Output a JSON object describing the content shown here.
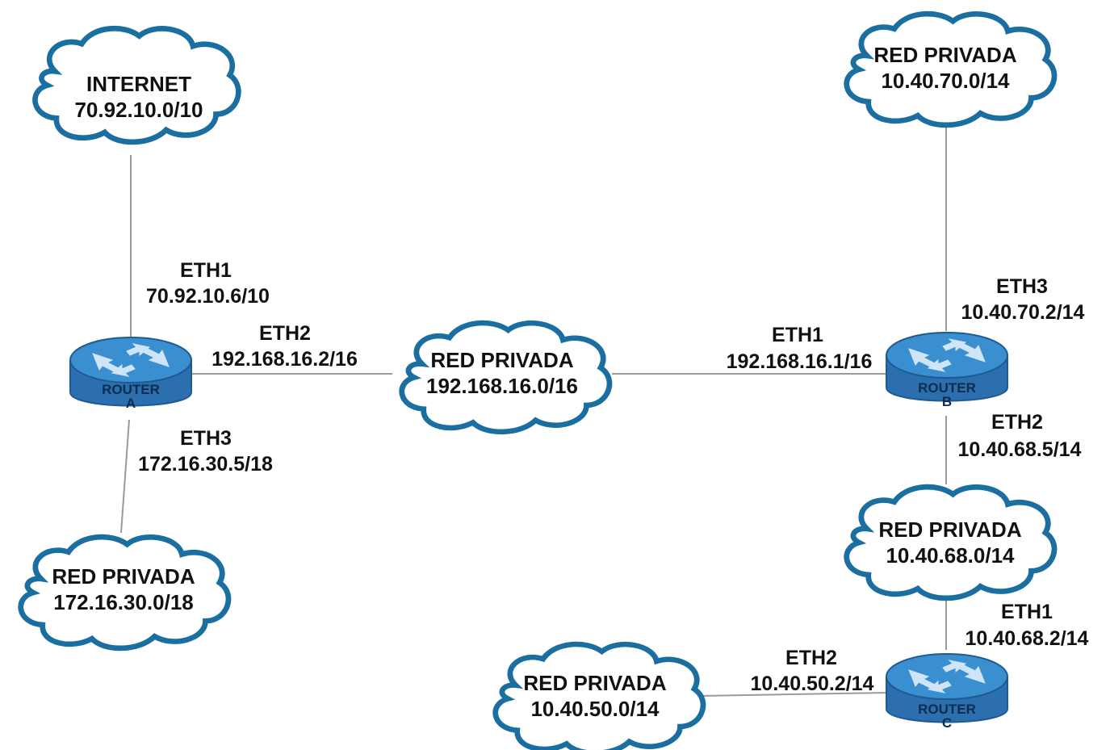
{
  "clouds": [
    {
      "id": "internet",
      "name": "INTERNET",
      "network": "70.92.10.0/10"
    },
    {
      "id": "lan-192",
      "name": "RED PRIVADA",
      "network": "192.168.16.0/16"
    },
    {
      "id": "lan-172",
      "name": "RED PRIVADA",
      "network": "172.16.30.0/18"
    },
    {
      "id": "lan-10-70",
      "name": "RED PRIVADA",
      "network": "10.40.70.0/14"
    },
    {
      "id": "lan-10-68",
      "name": "RED PRIVADA",
      "network": "10.40.68.0/14"
    },
    {
      "id": "lan-10-50",
      "name": "RED PRIVADA",
      "network": "10.40.50.0/14"
    }
  ],
  "routers": [
    {
      "id": "a",
      "name": "ROUTER",
      "letter": "A"
    },
    {
      "id": "b",
      "name": "ROUTER",
      "letter": "B"
    },
    {
      "id": "c",
      "name": "ROUTER",
      "letter": "C"
    }
  ],
  "interfaces": {
    "a_eth1": {
      "name": "ETH1",
      "ip": "70.92.10.6/10"
    },
    "a_eth2": {
      "name": "ETH2",
      "ip": "192.168.16.2/16"
    },
    "a_eth3": {
      "name": "ETH3",
      "ip": "172.16.30.5/18"
    },
    "b_eth1": {
      "name": "ETH1",
      "ip": "192.168.16.1/16"
    },
    "b_eth3": {
      "name": "ETH3",
      "ip": "10.40.70.2/14"
    },
    "b_eth2": {
      "name": "ETH2",
      "ip": "10.40.68.5/14"
    },
    "c_eth1": {
      "name": "ETH1",
      "ip": "10.40.68.2/14"
    },
    "c_eth2": {
      "name": "ETH2",
      "ip": "10.40.50.2/14"
    }
  },
  "colors": {
    "cloud_stroke": "#1a6fa0",
    "router_top": "#2f7fc0",
    "router_body": "#2b6fae",
    "router_text": "#0e2c4e",
    "arrow": "#cfe4f5",
    "link": "#9a9a9a"
  },
  "icons": [
    "cloud-icon",
    "router-icon"
  ]
}
